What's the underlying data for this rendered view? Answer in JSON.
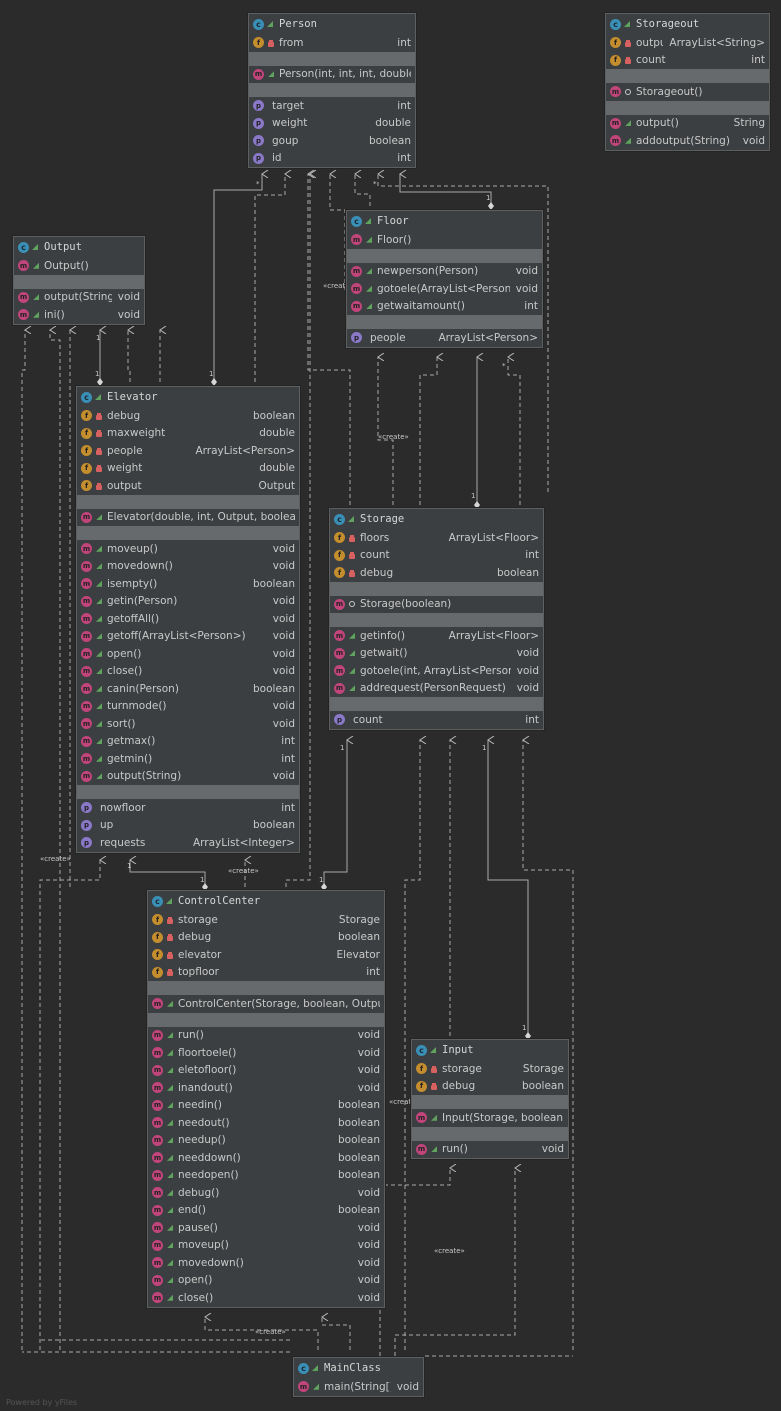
{
  "footer": "Powered by yFiles",
  "create_label": "«create»",
  "mult_one": "1",
  "mult_many": "*",
  "classes": {
    "person": {
      "name": "Person",
      "fields": [
        {
          "name": "from",
          "type": "int",
          "vis": "priv"
        }
      ],
      "ctors": [
        {
          "name": "Person(int, int, int, double)",
          "type": "",
          "vis": "pub"
        }
      ],
      "methods": [],
      "props": [
        {
          "name": "target",
          "type": "int"
        },
        {
          "name": "weight",
          "type": "double"
        },
        {
          "name": "goup",
          "type": "boolean"
        },
        {
          "name": "id",
          "type": "int"
        }
      ]
    },
    "storageout": {
      "name": "Storageout",
      "fields": [
        {
          "name": "outputs",
          "type": "ArrayList<String>",
          "vis": "priv"
        },
        {
          "name": "count",
          "type": "int",
          "vis": "priv"
        }
      ],
      "ctors": [
        {
          "name": "Storageout()",
          "type": "",
          "vis": "pkg"
        }
      ],
      "methods": [
        {
          "name": "output()",
          "type": "String",
          "vis": "pub"
        },
        {
          "name": "addoutput(String)",
          "type": "void",
          "vis": "pub"
        }
      ],
      "props": []
    },
    "output": {
      "name": "Output",
      "fields": [],
      "ctors": [
        {
          "name": "Output()",
          "type": "",
          "vis": "pub"
        }
      ],
      "methods": [
        {
          "name": "output(String)",
          "type": "void",
          "vis": "pub"
        },
        {
          "name": "ini()",
          "type": "void",
          "vis": "pub"
        }
      ],
      "props": []
    },
    "floor": {
      "name": "Floor",
      "fields": [],
      "ctors": [
        {
          "name": "Floor()",
          "type": "",
          "vis": "pub"
        }
      ],
      "methods": [
        {
          "name": "newperson(Person)",
          "type": "void",
          "vis": "pub"
        },
        {
          "name": "gotoele(ArrayList<Person>)",
          "type": "void",
          "vis": "pub"
        },
        {
          "name": "getwaitamount()",
          "type": "int",
          "vis": "pub"
        }
      ],
      "props": [
        {
          "name": "people",
          "type": "ArrayList<Person>"
        }
      ]
    },
    "elevator": {
      "name": "Elevator",
      "fields": [
        {
          "name": "debug",
          "type": "boolean",
          "vis": "priv"
        },
        {
          "name": "maxweight",
          "type": "double",
          "vis": "priv"
        },
        {
          "name": "people",
          "type": "ArrayList<Person>",
          "vis": "priv"
        },
        {
          "name": "weight",
          "type": "double",
          "vis": "priv"
        },
        {
          "name": "output",
          "type": "Output",
          "vis": "priv"
        }
      ],
      "ctors": [
        {
          "name": "Elevator(double, int, Output, boolean)",
          "type": "",
          "vis": "pub"
        }
      ],
      "methods": [
        {
          "name": "moveup()",
          "type": "void",
          "vis": "pub"
        },
        {
          "name": "movedown()",
          "type": "void",
          "vis": "pub"
        },
        {
          "name": "isempty()",
          "type": "boolean",
          "vis": "pub"
        },
        {
          "name": "getin(Person)",
          "type": "void",
          "vis": "pub"
        },
        {
          "name": "getoffAll()",
          "type": "void",
          "vis": "pub"
        },
        {
          "name": "getoff(ArrayList<Person>)",
          "type": "void",
          "vis": "pub"
        },
        {
          "name": "open()",
          "type": "void",
          "vis": "pub"
        },
        {
          "name": "close()",
          "type": "void",
          "vis": "pub"
        },
        {
          "name": "canin(Person)",
          "type": "boolean",
          "vis": "pub"
        },
        {
          "name": "turnmode()",
          "type": "void",
          "vis": "pub"
        },
        {
          "name": "sort()",
          "type": "void",
          "vis": "pub"
        },
        {
          "name": "getmax()",
          "type": "int",
          "vis": "pub"
        },
        {
          "name": "getmin()",
          "type": "int",
          "vis": "pub"
        },
        {
          "name": "output(String)",
          "type": "void",
          "vis": "pub"
        }
      ],
      "props": [
        {
          "name": "nowfloor",
          "type": "int"
        },
        {
          "name": "up",
          "type": "boolean"
        },
        {
          "name": "requests",
          "type": "ArrayList<Integer>"
        }
      ]
    },
    "storage": {
      "name": "Storage",
      "fields": [
        {
          "name": "floors",
          "type": "ArrayList<Floor>",
          "vis": "priv"
        },
        {
          "name": "count",
          "type": "int",
          "vis": "priv"
        },
        {
          "name": "debug",
          "type": "boolean",
          "vis": "priv"
        }
      ],
      "ctors": [
        {
          "name": "Storage(boolean)",
          "type": "",
          "vis": "pkg"
        }
      ],
      "methods": [
        {
          "name": "getinfo()",
          "type": "ArrayList<Floor>",
          "vis": "pub"
        },
        {
          "name": "getwait()",
          "type": "void",
          "vis": "pub"
        },
        {
          "name": "gotoele(int, ArrayList<Person>)",
          "type": "void",
          "vis": "pub"
        },
        {
          "name": "addrequest(PersonRequest)",
          "type": "void",
          "vis": "pub"
        }
      ],
      "props": [
        {
          "name": "count",
          "type": "int"
        }
      ]
    },
    "controlcenter": {
      "name": "ControlCenter",
      "fields": [
        {
          "name": "storage",
          "type": "Storage",
          "vis": "priv"
        },
        {
          "name": "debug",
          "type": "boolean",
          "vis": "priv"
        },
        {
          "name": "elevator",
          "type": "Elevator",
          "vis": "priv"
        },
        {
          "name": "topfloor",
          "type": "int",
          "vis": "priv"
        }
      ],
      "ctors": [
        {
          "name": "ControlCenter(Storage, boolean, Output)",
          "type": "",
          "vis": "pub"
        }
      ],
      "methods": [
        {
          "name": "run()",
          "type": "void",
          "vis": "pub"
        },
        {
          "name": "floortoele()",
          "type": "void",
          "vis": "pub"
        },
        {
          "name": "eletofloor()",
          "type": "void",
          "vis": "pub"
        },
        {
          "name": "inandout()",
          "type": "void",
          "vis": "pub"
        },
        {
          "name": "needin()",
          "type": "boolean",
          "vis": "pub"
        },
        {
          "name": "needout()",
          "type": "boolean",
          "vis": "pub"
        },
        {
          "name": "needup()",
          "type": "boolean",
          "vis": "pub"
        },
        {
          "name": "needdown()",
          "type": "boolean",
          "vis": "pub"
        },
        {
          "name": "needopen()",
          "type": "boolean",
          "vis": "pub"
        },
        {
          "name": "debug()",
          "type": "void",
          "vis": "pub"
        },
        {
          "name": "end()",
          "type": "boolean",
          "vis": "pub"
        },
        {
          "name": "pause()",
          "type": "void",
          "vis": "pub"
        },
        {
          "name": "moveup()",
          "type": "void",
          "vis": "pub"
        },
        {
          "name": "movedown()",
          "type": "void",
          "vis": "pub"
        },
        {
          "name": "open()",
          "type": "void",
          "vis": "pub"
        },
        {
          "name": "close()",
          "type": "void",
          "vis": "pub"
        }
      ],
      "props": []
    },
    "input": {
      "name": "Input",
      "fields": [
        {
          "name": "storage",
          "type": "Storage",
          "vis": "priv"
        },
        {
          "name": "debug",
          "type": "boolean",
          "vis": "priv"
        }
      ],
      "ctors": [
        {
          "name": "Input(Storage, boolean)",
          "type": "",
          "vis": "pub"
        }
      ],
      "methods": [
        {
          "name": "run()",
          "type": "void",
          "vis": "pub"
        }
      ],
      "props": []
    },
    "mainclass": {
      "name": "MainClass",
      "fields": [],
      "ctors": [],
      "methods": [
        {
          "name": "main(String[])",
          "type": "void",
          "vis": "pub"
        }
      ],
      "props": []
    }
  }
}
